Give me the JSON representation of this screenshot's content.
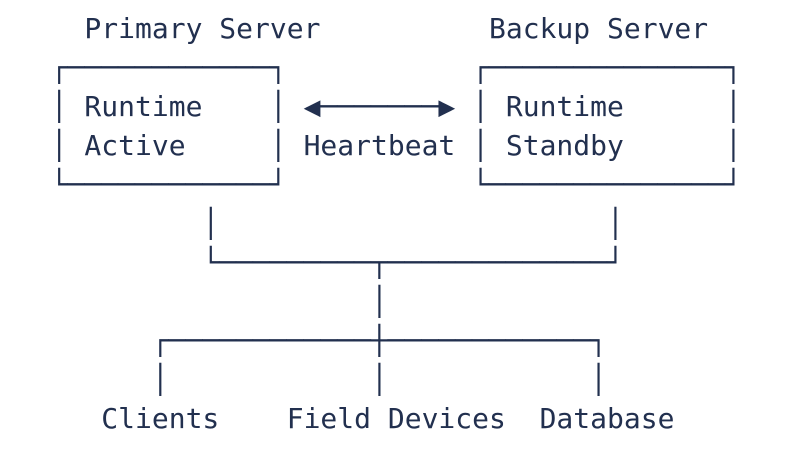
{
  "colors": {
    "ink": "#22304f",
    "background": "#ffffff"
  },
  "diagram": {
    "type": "topology",
    "primary": {
      "title": "Primary Server",
      "line1": "Runtime",
      "line2": "Active"
    },
    "backup": {
      "title": "Backup Server",
      "line1": "Runtime",
      "line2": "Standby"
    },
    "link": {
      "label": "Heartbeat",
      "style": "bidirectional-arrow"
    },
    "leaves": {
      "clients": "Clients",
      "field_devices": "Field Devices",
      "database": "Database"
    },
    "art_lines": [
      "",
      "  ┌────────────┐           ┌──────────────┐",
      "  │            │ ◀───────▶ │              │",
      "  │            │           │              │",
      "  └────────────┘           └──────────────┘",
      "           │                       │",
      "           └─────────┬─────────────┘",
      "                     │",
      "        ┌────────────┼────────────┐",
      "        │            │            │",
      ""
    ]
  }
}
